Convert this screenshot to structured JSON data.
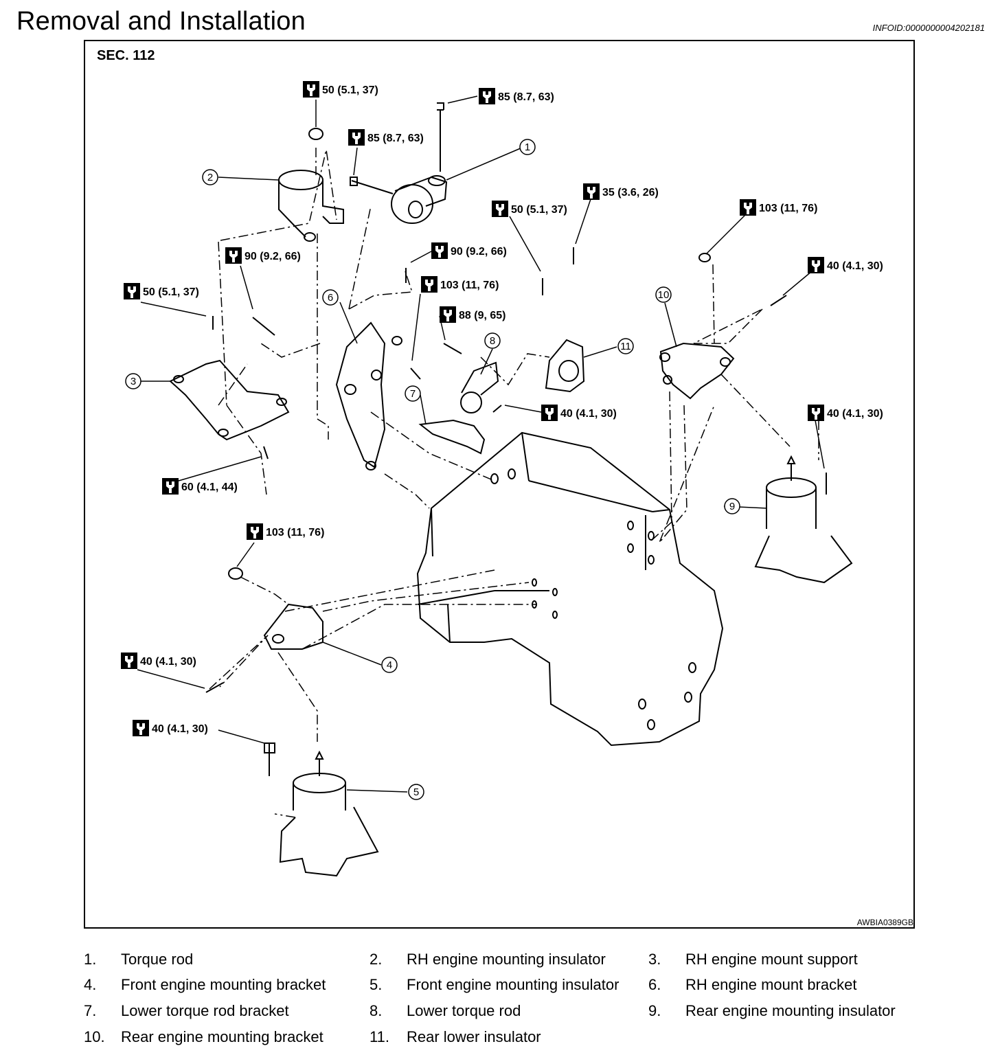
{
  "header": {
    "title": "Removal and Installation",
    "info_id": "INFOID:0000000004202181"
  },
  "figure": {
    "section": "SEC. 112",
    "figure_id": "AWBIA0389GB",
    "torque_specs": [
      {
        "id": "t1",
        "text": "50 (5.1, 37)"
      },
      {
        "id": "t2",
        "text": "85 (8.7, 63)"
      },
      {
        "id": "t3",
        "text": "85 (8.7, 63)"
      },
      {
        "id": "t4",
        "text": "35 (3.6, 26)"
      },
      {
        "id": "t5",
        "text": "50 (5.1, 37)"
      },
      {
        "id": "t6",
        "text": "103 (11, 76)"
      },
      {
        "id": "t7",
        "text": "40 (4.1, 30)"
      },
      {
        "id": "t8",
        "text": "90 (9.2, 66)"
      },
      {
        "id": "t9",
        "text": "90 (9.2, 66)"
      },
      {
        "id": "t10",
        "text": "103 (11, 76)"
      },
      {
        "id": "t11",
        "text": "50 (5.1, 37)"
      },
      {
        "id": "t12",
        "text": "88 (9, 65)"
      },
      {
        "id": "t13",
        "text": "40 (4.1, 30)"
      },
      {
        "id": "t14",
        "text": "40 (4.1, 30)"
      },
      {
        "id": "t15",
        "text": "60 (4.1, 44)"
      },
      {
        "id": "t16",
        "text": "103 (11, 76)"
      },
      {
        "id": "t17",
        "text": "40 (4.1, 30)"
      },
      {
        "id": "t18",
        "text": "40 (4.1, 30)"
      }
    ],
    "callouts": [
      "1",
      "2",
      "3",
      "4",
      "5",
      "6",
      "7",
      "8",
      "9",
      "10",
      "11"
    ]
  },
  "legend": [
    {
      "num": "1.",
      "text": "Torque rod"
    },
    {
      "num": "2.",
      "text": "RH engine mounting insulator"
    },
    {
      "num": "3.",
      "text": "RH engine mount support"
    },
    {
      "num": "4.",
      "text": "Front engine mounting bracket"
    },
    {
      "num": "5.",
      "text": "Front engine mounting insulator"
    },
    {
      "num": "6.",
      "text": "RH engine mount bracket"
    },
    {
      "num": "7.",
      "text": "Lower torque rod bracket"
    },
    {
      "num": "8.",
      "text": "Lower torque rod"
    },
    {
      "num": "9.",
      "text": "Rear engine mounting insulator"
    },
    {
      "num": "10.",
      "text": "Rear engine mounting bracket"
    },
    {
      "num": "11.",
      "text": "Rear lower insulator"
    }
  ]
}
